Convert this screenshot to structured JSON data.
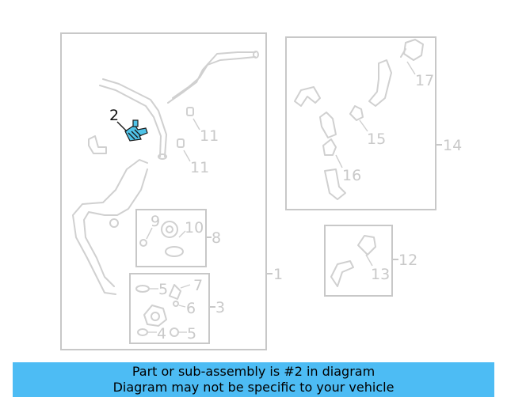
{
  "diagram": {
    "callouts": {
      "c1": "1",
      "c2": "2",
      "c3": "3",
      "c4": "4",
      "c5a": "5",
      "c5b": "5",
      "c6": "6",
      "c7": "7",
      "c8": "8",
      "c9": "9",
      "c10": "10",
      "c11a": "11",
      "c11b": "11",
      "c12": "12",
      "c13": "13",
      "c14": "14",
      "c15": "15",
      "c16": "16",
      "c17": "17"
    },
    "highlight_color": "#4fc3e8"
  },
  "banner": {
    "line1": "Part or sub-assembly is #2 in diagram",
    "line2": "Diagram may not be specific to your vehicle",
    "background": "#4dbcf4"
  }
}
